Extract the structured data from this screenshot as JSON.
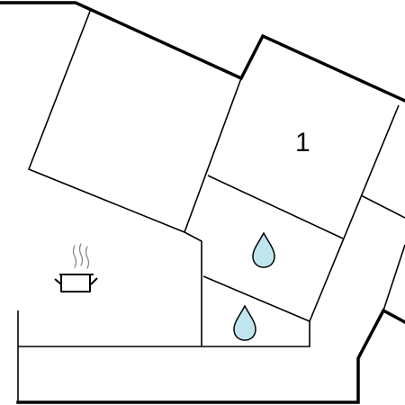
{
  "floor_plan": {
    "rooms": [
      {
        "id": "bedroom",
        "label": "1"
      },
      {
        "id": "bathroom_upper",
        "label": "",
        "icon": "water-drop-icon"
      },
      {
        "id": "bathroom_lower",
        "label": "",
        "icon": "water-drop-icon"
      },
      {
        "id": "kitchen",
        "label": "",
        "icon": "cooking-pot-icon"
      }
    ],
    "colors": {
      "wall": "#000000",
      "water_drop_fill": "#bfe6ef",
      "steam": "#888888",
      "background": "#ffffff"
    }
  }
}
